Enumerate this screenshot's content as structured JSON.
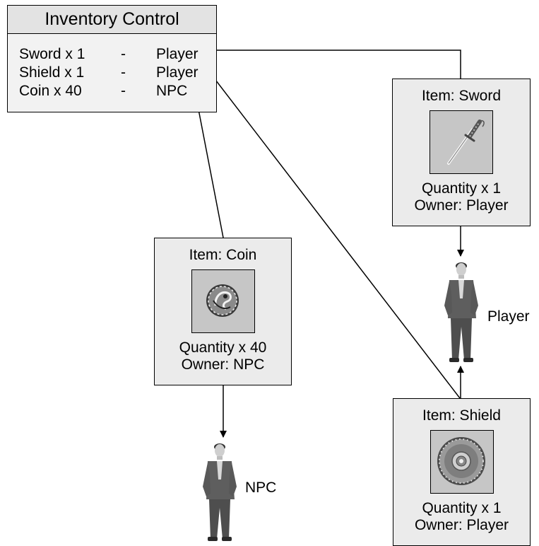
{
  "inventory_control": {
    "title": "Inventory Control",
    "rows": [
      {
        "item": "Sword x 1",
        "separator": "-",
        "owner": "Player"
      },
      {
        "item": "Shield x 1",
        "separator": "-",
        "owner": "Player"
      },
      {
        "item": "Coin x 40",
        "separator": "-",
        "owner": "NPC"
      }
    ]
  },
  "item_cards": [
    {
      "title": "Item: Sword",
      "quantity": "Quantity x 1",
      "owner": "Owner: Player",
      "icon": "sword-icon"
    },
    {
      "title": "Item: Coin",
      "quantity": "Quantity x 40",
      "owner": "Owner: NPC",
      "icon": "coin-icon"
    },
    {
      "title": "Item: Shield",
      "quantity": "Quantity x 1",
      "owner": "Owner: Player",
      "icon": "shield-icon"
    }
  ],
  "characters": [
    {
      "label": "Player",
      "icon": "player-character-icon"
    },
    {
      "label": "NPC",
      "icon": "npc-character-icon"
    }
  ],
  "colors": {
    "panel_fill": "#ebebeb",
    "thumbnail_fill": "#c6c6c6",
    "stroke": "#000000"
  }
}
